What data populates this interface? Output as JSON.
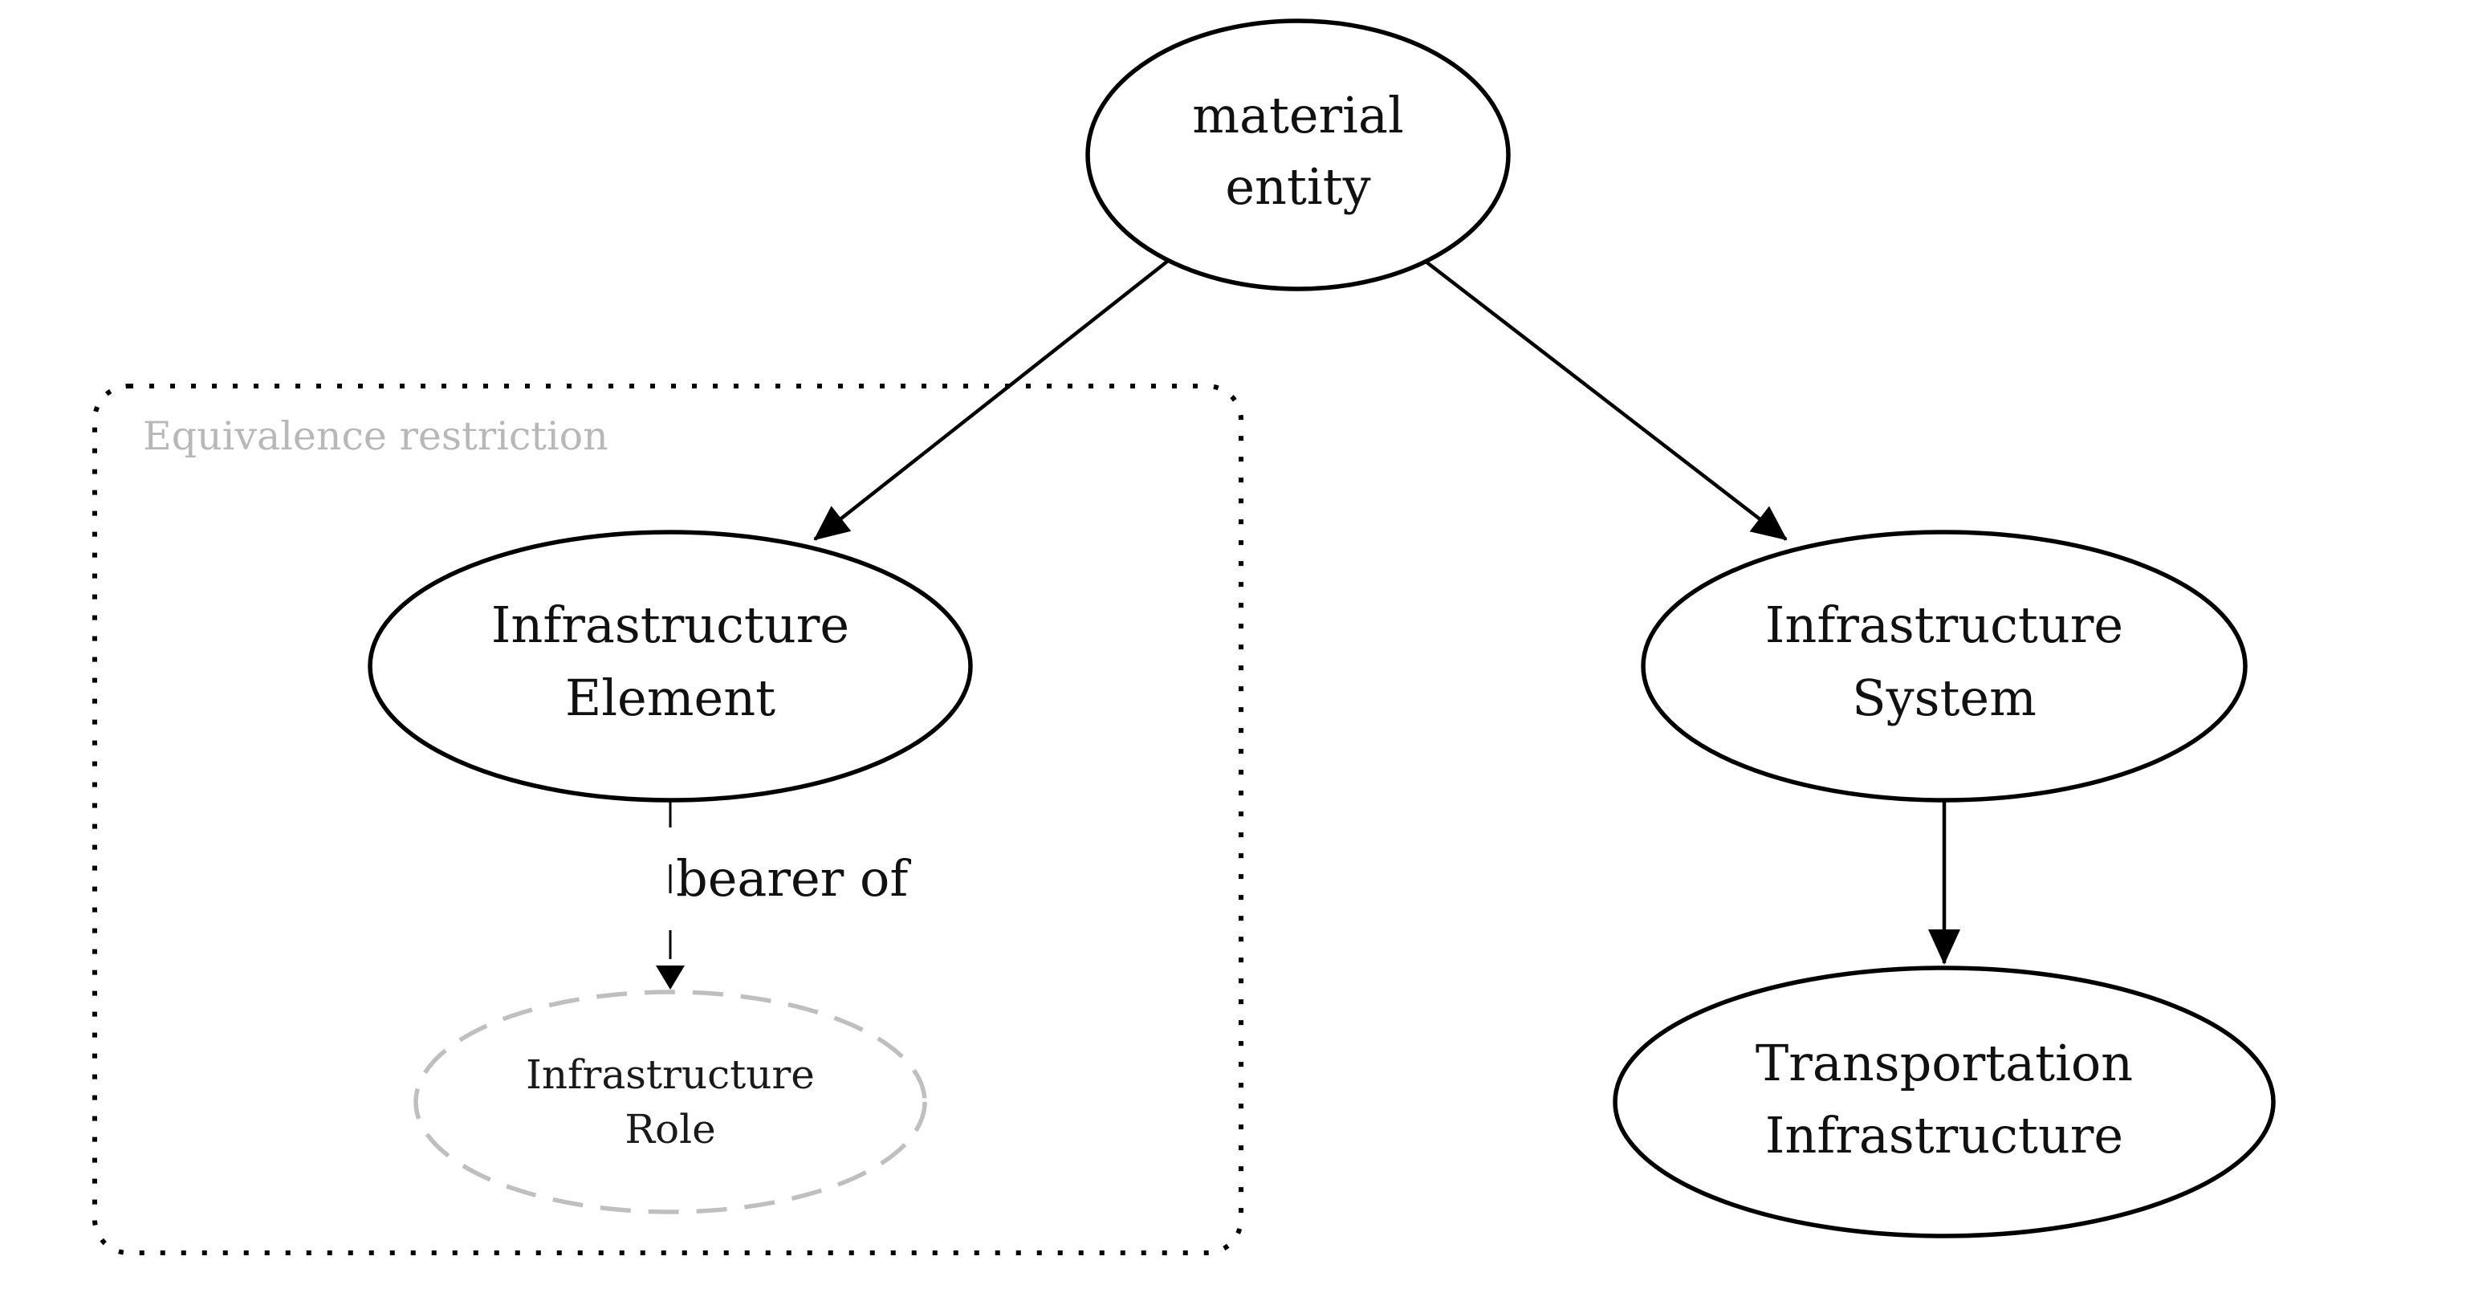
{
  "diagram": {
    "cluster": {
      "label": "Equivalence restriction"
    },
    "nodes": {
      "material_entity": {
        "lines": [
          "material",
          "entity"
        ]
      },
      "infrastructure_element": {
        "lines": [
          "Infrastructure",
          "Element"
        ]
      },
      "infrastructure_role": {
        "lines": [
          "Infrastructure",
          "Role"
        ]
      },
      "infrastructure_system": {
        "lines": [
          "Infrastructure",
          "System"
        ]
      },
      "transportation_infrastructure": {
        "lines": [
          "Transportation",
          "Infrastructure"
        ]
      }
    },
    "edges": {
      "bearer_of": {
        "label": "bearer of"
      }
    },
    "colors": {
      "stroke": "#000000",
      "text": "#111111",
      "muted": "#bfbfbf",
      "cluster_label": "#b8b8b8"
    }
  }
}
